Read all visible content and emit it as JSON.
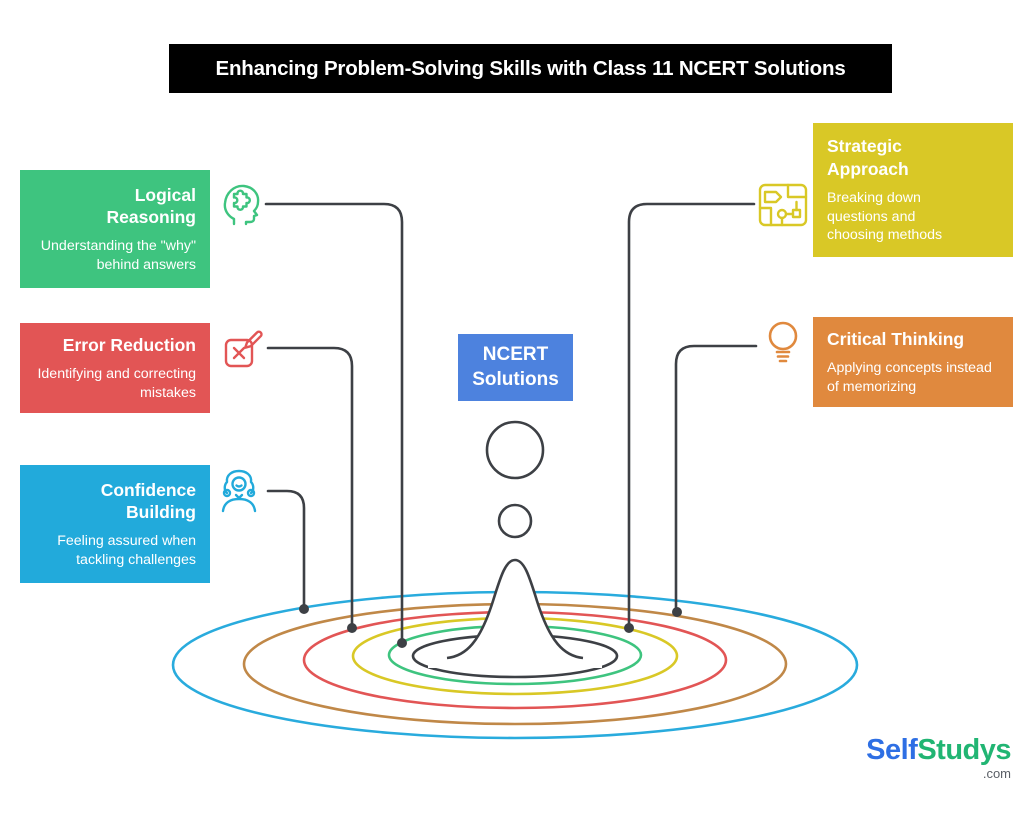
{
  "title_banner": {
    "text": "Enhancing Problem-Solving Skills with Class 11 NCERT Solutions",
    "bg": "#000000",
    "text_color": "#ffffff"
  },
  "center_node": {
    "line1": "NCERT",
    "line2": "Solutions",
    "bg": "#4d82de"
  },
  "topics": [
    {
      "title": "Logical Reasoning",
      "description": "Understanding the \"why\" behind answers",
      "color": "#3ec47f",
      "icon": "brain-puzzle-icon",
      "side": "left"
    },
    {
      "title": "Error Reduction",
      "description": "Identifying and correcting mistakes",
      "color": "#e25555",
      "icon": "error-edit-icon",
      "side": "left"
    },
    {
      "title": "Confidence Building",
      "description": "Feeling assured when tackling challenges",
      "color": "#22aadb",
      "icon": "person-icon",
      "side": "left"
    },
    {
      "title": "Strategic Approach",
      "description": "Breaking down questions and choosing methods",
      "color": "#d9c826",
      "icon": "strategy-map-icon",
      "side": "right"
    },
    {
      "title": "Critical Thinking",
      "description": "Applying concepts instead of memorizing",
      "color": "#e0893e",
      "icon": "lightbulb-icon",
      "side": "right"
    }
  ],
  "ripples": [
    {
      "name": "ripple-outer-blue",
      "color": "#29abdd"
    },
    {
      "name": "ripple-brown",
      "color": "#c08848"
    },
    {
      "name": "ripple-red",
      "color": "#e25555"
    },
    {
      "name": "ripple-yellow",
      "color": "#d9c826"
    },
    {
      "name": "ripple-green",
      "color": "#3ec47f"
    },
    {
      "name": "ripple-inner-dark",
      "color": "#3d4045"
    }
  ],
  "logo": {
    "part1": "Self",
    "part2": "Studys",
    "suffix": ".com",
    "part1_color": "#2e6fe4",
    "part2_color": "#21b573"
  }
}
